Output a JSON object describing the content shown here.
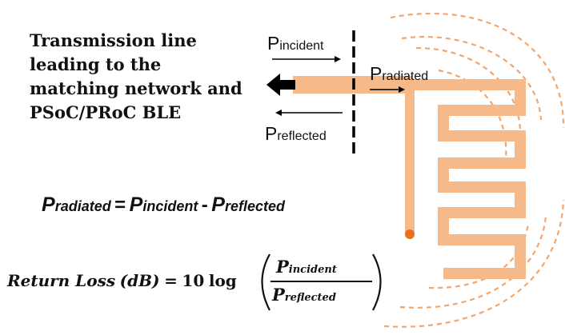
{
  "description_lines": [
    "Transmission line",
    "leading to the",
    "matching network and",
    "PSoC/PRoC BLE"
  ],
  "labels": {
    "incident": {
      "p": "P",
      "sub": "incident"
    },
    "reflected": {
      "p": "P",
      "sub": "reflected"
    },
    "radiated": {
      "p": "P",
      "sub": "radiated"
    }
  },
  "equation1": {
    "p1": "P",
    "s1": "radiated",
    "eq": "=",
    "p2": "P",
    "s2": "incident",
    "minus": "-",
    "p3": "P",
    "s3": "reflected"
  },
  "equation2": {
    "lhs": "Return Loss",
    "unit": "(dB)",
    "eq": "=",
    "coef": "10",
    "func": "log",
    "num_p": "P",
    "num_s": "incident",
    "den_p": "P",
    "den_s": "reflected"
  },
  "colors": {
    "antenna": "#F6B98A",
    "feed_dot": "#E9701E",
    "arcs": "#F3A56B",
    "text": "#111111"
  }
}
